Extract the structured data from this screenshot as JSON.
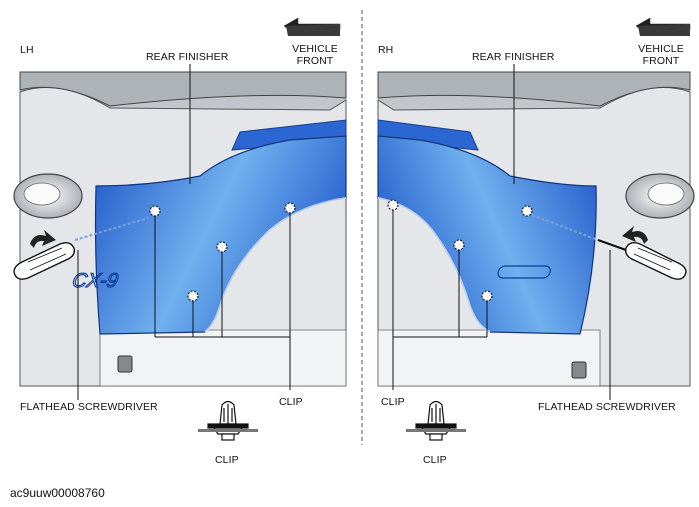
{
  "left_panel": {
    "side_label": "LH",
    "rear_finisher_label": "REAR FINISHER",
    "vehicle_front_label_line1": "VEHICLE",
    "vehicle_front_label_line2": "FRONT",
    "screwdriver_label": "FLATHEAD SCREWDRIVER",
    "clip_label": "CLIP",
    "badge_text": "CX-9"
  },
  "right_panel": {
    "side_label": "RH",
    "rear_finisher_label": "REAR FINISHER",
    "vehicle_front_label_line1": "VEHICLE",
    "vehicle_front_label_line2": "FRONT",
    "screwdriver_label": "FLATHEAD SCREWDRIVER",
    "clip_label": "CLIP"
  },
  "clip_detail_left": {
    "label": "CLIP"
  },
  "clip_detail_right": {
    "label": "CLIP"
  },
  "figure_code": "ac9uuw00008760",
  "colors": {
    "finisher_blue": "#2f6fd8",
    "finisher_light": "#9cc8f2",
    "body_gray": "#d9dcdf",
    "line_dark": "#222222"
  }
}
